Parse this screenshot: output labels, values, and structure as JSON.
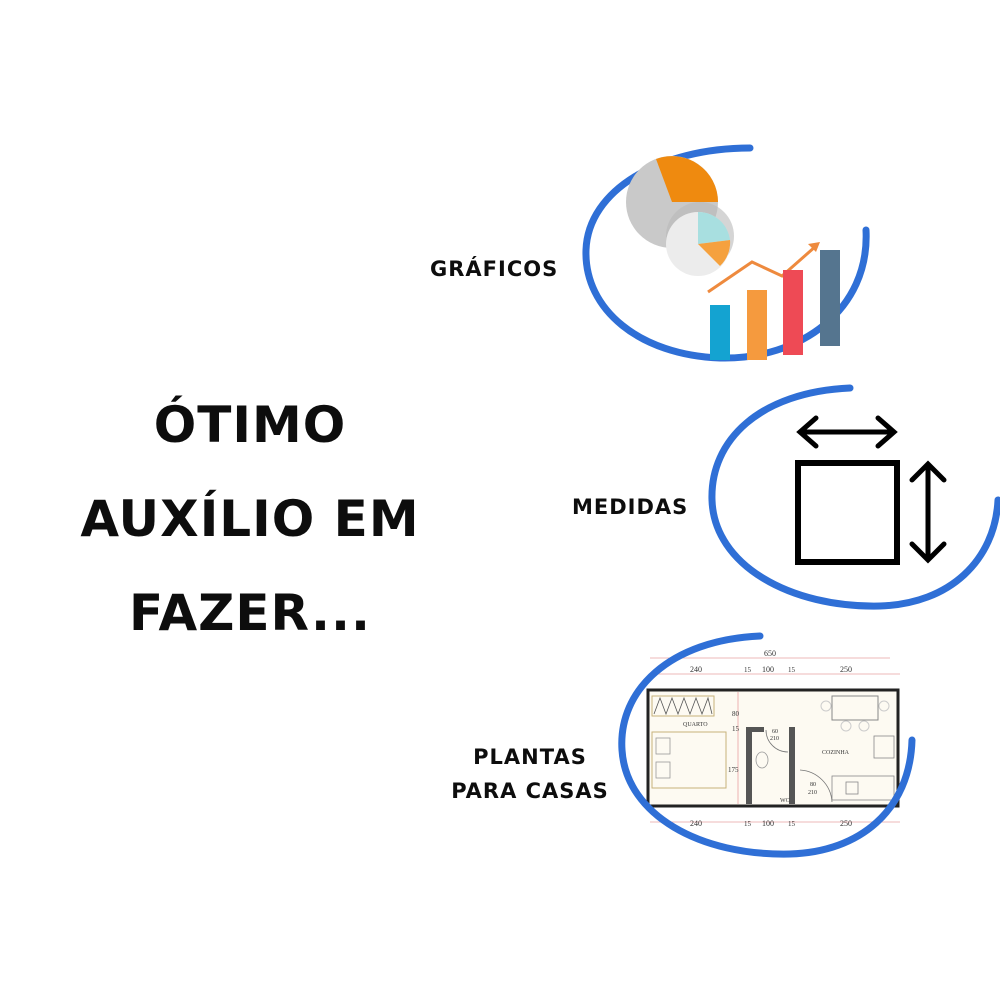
{
  "headline": {
    "lines": [
      "ÓTIMO",
      "AUXÍLIO EM",
      "FAZER..."
    ]
  },
  "items": [
    {
      "label": "GRÁFICOS",
      "icon": "charts-icon"
    },
    {
      "label": "MEDIDAS",
      "icon": "measurements-icon"
    },
    {
      "label_lines": [
        "PLANTAS",
        "PARA CASAS"
      ],
      "icon": "floor-plan-icon"
    }
  ],
  "floor_plan": {
    "total_width": "650",
    "top_dims": [
      "240",
      "15",
      "100",
      "15",
      "250"
    ],
    "bottom_dims": [
      "240",
      "15",
      "100",
      "15",
      "250"
    ],
    "rooms": [
      "QUARTO",
      "COZINHA",
      "WC"
    ],
    "door_1": [
      "60",
      "210"
    ],
    "door_2": [
      "80",
      "210"
    ],
    "vertical_dims": [
      "80",
      "15",
      "175"
    ]
  },
  "colors": {
    "ring": "#2f6fd6",
    "bar_1": "#14a3d1",
    "bar_2": "#f59a3e",
    "bar_3": "#ee4a55",
    "bar_4": "#55758f",
    "pie_orange": "#ef8a0f",
    "pie_gray": "#c9c9c9",
    "pie_teal": "#a8dfe0",
    "arrow": "#ee8a3e"
  }
}
